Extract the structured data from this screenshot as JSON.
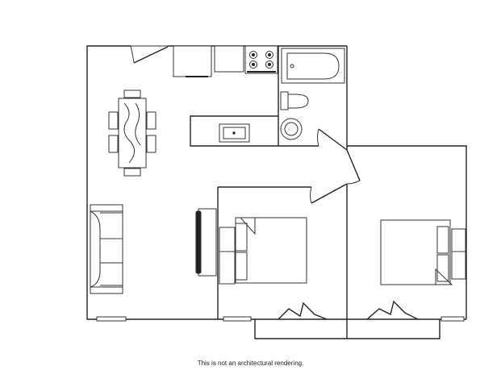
{
  "disclaimer": "This is not an architectural rendering.",
  "fixtures": [
    "dining-table",
    "chairs",
    "sofa",
    "tv-console",
    "kitchen-sink",
    "refrigerator",
    "stove",
    "bathtub",
    "toilet",
    "bathroom-sink",
    "bed-1",
    "bed-2",
    "nightstands",
    "doors",
    "windows"
  ]
}
